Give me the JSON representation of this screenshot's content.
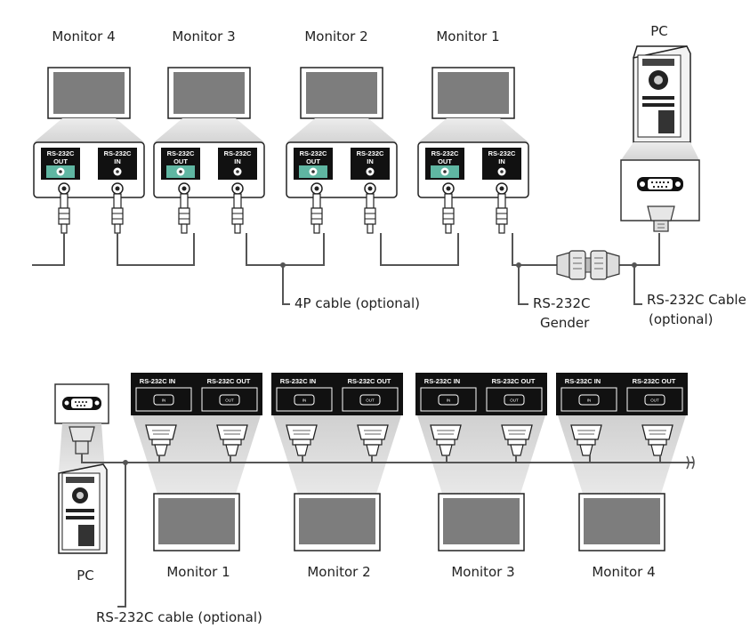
{
  "top": {
    "monitors": [
      {
        "label": "Monitor 4"
      },
      {
        "label": "Monitor 3"
      },
      {
        "label": "Monitor 2"
      },
      {
        "label": "Monitor 1"
      }
    ],
    "port_out_line1": "RS-232C",
    "port_out_line2": "OUT",
    "port_in_line1": "RS-232C",
    "port_in_line2": "IN",
    "pc_label": "PC",
    "cable_4p": "4P cable (optional)",
    "gender_line1": "RS-232C",
    "gender_line2": "Gender",
    "cable_rs_line1": "RS-232C Cable",
    "cable_rs_line2": "(optional)"
  },
  "bottom": {
    "monitors": [
      {
        "label": "Monitor 1"
      },
      {
        "label": "Monitor 2"
      },
      {
        "label": "Monitor 3"
      },
      {
        "label": "Monitor 4"
      }
    ],
    "port_in_label": "RS-232C IN",
    "port_out_label": "RS-232C OUT",
    "jack_in": "IN",
    "jack_out": "OUT",
    "pc_label": "PC",
    "cable_label": "RS-232C cable (optional)"
  },
  "colors": {
    "line": "#555555",
    "dark": "#111111",
    "teal": "#5fb6a2",
    "beam": "#dcdcdc",
    "screen": "#7d7d7d"
  }
}
